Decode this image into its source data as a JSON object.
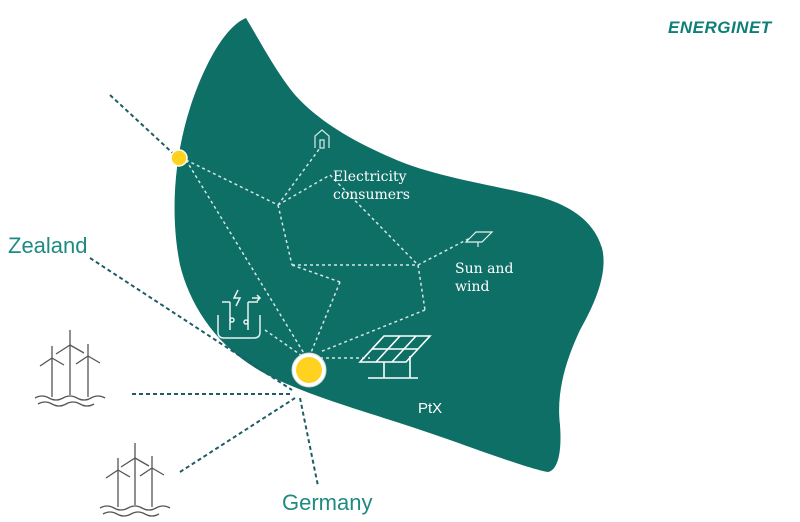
{
  "brand": {
    "name": "ENERGINET",
    "color": "#0e7f78"
  },
  "labels": {
    "zealand": "Zealand",
    "germany": "Germany",
    "consumers_line1": "Electricity",
    "consumers_line2": "consumers",
    "sun_wind_line1": "Sun and",
    "sun_wind_line2": "wind",
    "ptx": "PtX"
  },
  "colors": {
    "island": "#0e6f67",
    "accent_text": "#1f8a82",
    "connector": "#ffd21f",
    "cable": "#1d5d63"
  },
  "icons": [
    "wind-farm-icon",
    "solar-panel-icon",
    "electrolyzer-icon",
    "consumer-house-icon",
    "connection-point-icon"
  ]
}
